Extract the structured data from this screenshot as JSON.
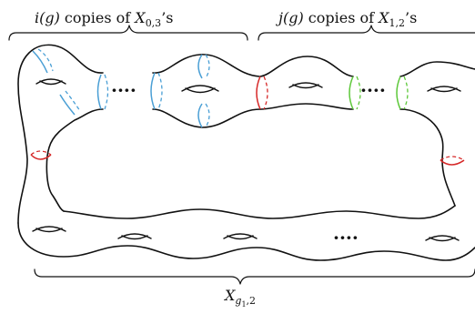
{
  "labels": {
    "top_left": {
      "a": "i(g)",
      "b": " copies of ",
      "c": "X",
      "sub": "0,3",
      "d": "’s"
    },
    "top_right": {
      "a": "j(g)",
      "b": " copies of ",
      "c": "X",
      "sub": "1,2",
      "d": "’s"
    },
    "bottom": {
      "c": "X",
      "sub": "g",
      "subsub": "1",
      "tail": ",2"
    }
  },
  "dots": {
    "top_left": "····",
    "top_right": "····",
    "bottom": "····"
  },
  "colors": {
    "outline": "#111111",
    "blue_curve": "#4a9fd5",
    "red_curve": "#d62828",
    "green_curve": "#5dc83a"
  }
}
